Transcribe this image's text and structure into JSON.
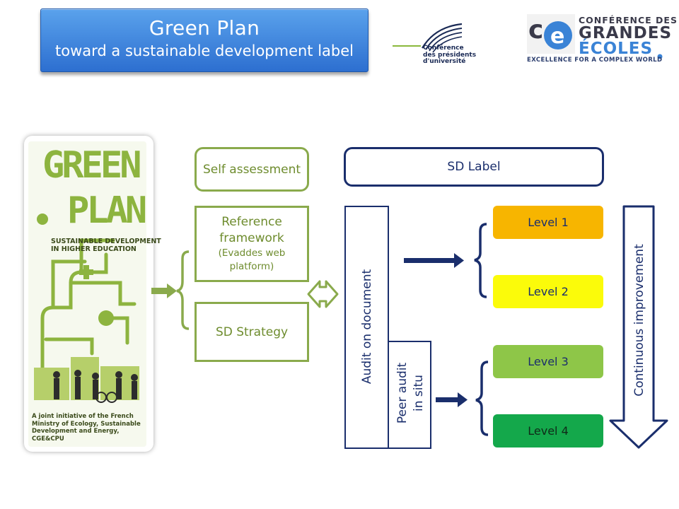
{
  "header": {
    "title": "Green Plan",
    "subtitle": "toward  a sustainable development label"
  },
  "logos": {
    "cpu": {
      "line1": "Conférence",
      "line2": "des présidents",
      "line3": "d'université"
    },
    "cge": {
      "line1": "CONFÉRENCE DES",
      "line2": "GRANDES",
      "line3": "ÉCOLES",
      "tagline": "EXCELLENCE FOR A COMPLEX WORLD"
    }
  },
  "card": {
    "title_line1": "GREEN",
    "title_line2": "PLAN",
    "subtitle_line1": "SUSTAINABLE DEVELOPMENT",
    "subtitle_line2": "IN HIGHER EDUCATION",
    "footer": "A joint initiative of the French Ministry of Ecology, Sustainable Development and Energy, CGE&CPU"
  },
  "boxes": {
    "self_assessment": "Self assessment",
    "reference_main": "Reference framework",
    "reference_sub": "(Evaddes web platform)",
    "sd_strategy": "SD Strategy",
    "sd_label": "SD Label",
    "audit_document": "Audit on document",
    "peer_audit": "Peer audit in situ",
    "continuous": "Continuous improvement"
  },
  "levels": [
    "Level 1",
    "Level 2",
    "Level 3",
    "Level 4"
  ],
  "colors": {
    "title_blue": "#2d6fd0",
    "green_border": "#8aaa4c",
    "navy": "#1a2e6c",
    "level1": "#f7b500",
    "level2": "#fbfb0a",
    "level3": "#8ec648",
    "level4": "#14a84b"
  }
}
